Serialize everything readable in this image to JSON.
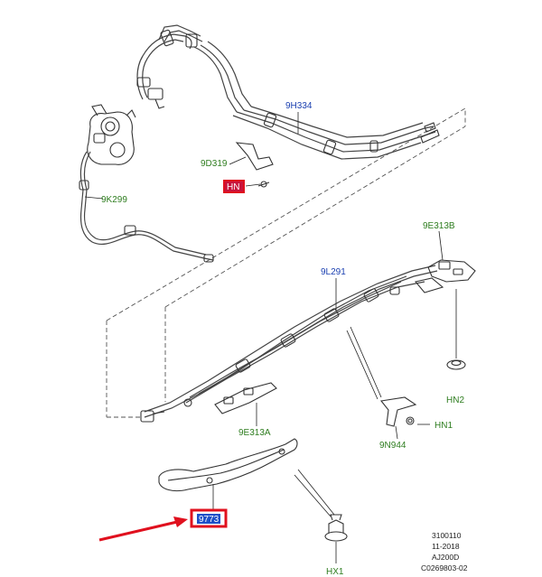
{
  "labels": {
    "l_9H334": "9H334",
    "l_9D319": "9D319",
    "l_HN": "HN",
    "l_9K299": "9K299",
    "l_9E313B": "9E313B",
    "l_9L291": "9L291",
    "l_HN2": "HN2",
    "l_HN1_right": "HN1",
    "l_9E313A": "9E313A",
    "l_9N944": "9N944",
    "l_9773": "9773",
    "l_HX1": "HX1"
  },
  "reference": {
    "line1": "3100110",
    "line2": "11-2018",
    "line3": "AJ200D",
    "line4": "C0269803-02"
  },
  "colors": {
    "part_number_green": "#2e7d1f",
    "part_number_blue": "#1a3fb0",
    "highlight_red": "#e0101e",
    "highlight_fill": "#c8143c",
    "highlight_text_box": "#1e50c8"
  }
}
